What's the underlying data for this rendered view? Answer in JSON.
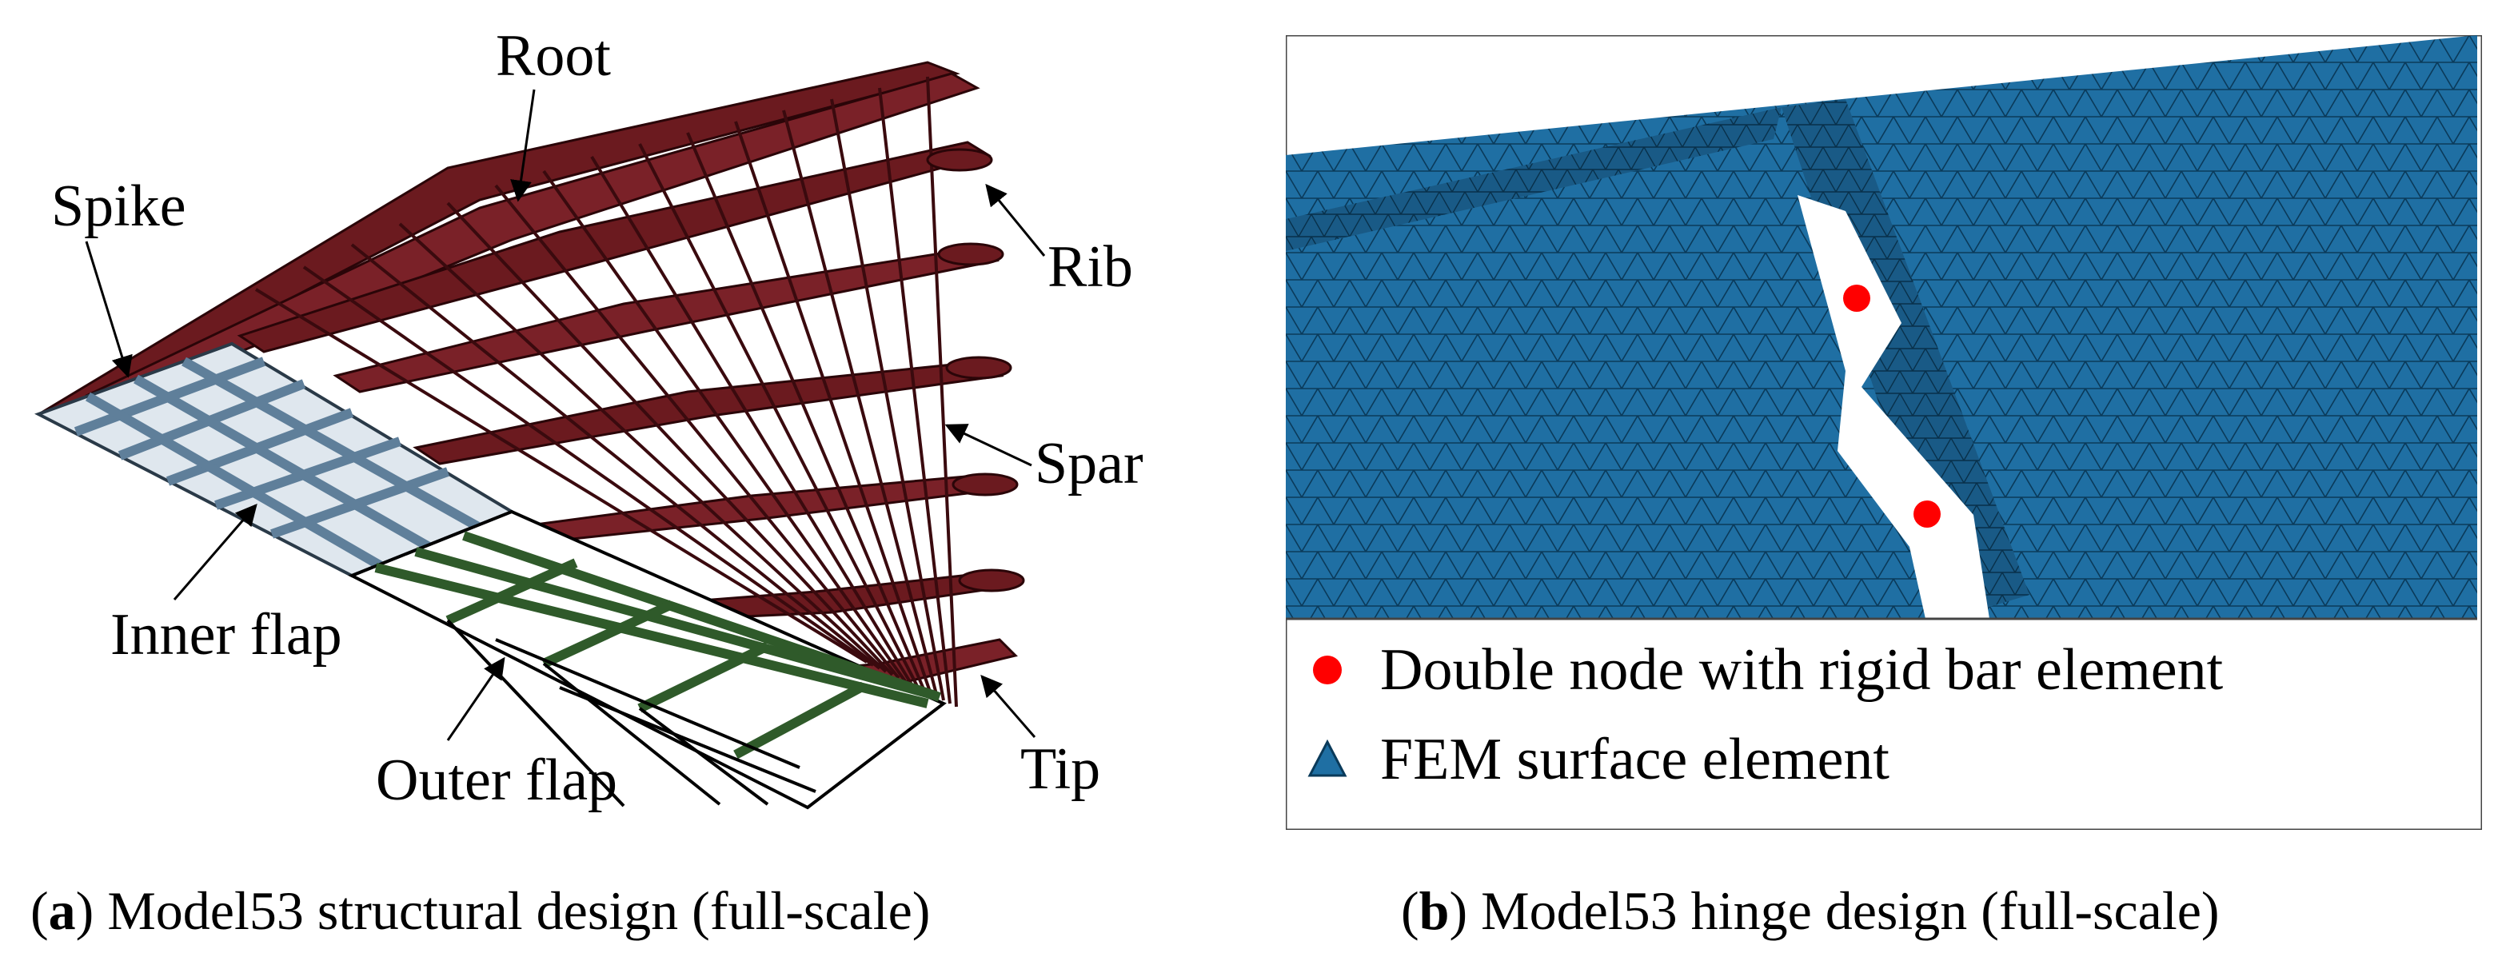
{
  "panel_a": {
    "labels": {
      "root": "Root",
      "spike": "Spike",
      "rib": "Rib",
      "spar": "Spar",
      "inner_flap": "Inner flap",
      "outer_flap": "Outer flap",
      "tip": "Tip"
    },
    "caption": {
      "letter": "a",
      "text": "Model53 structural design (full-scale)"
    },
    "colors": {
      "wing_structure": "#6b1a1f",
      "inner_flap": "#5f7f9a",
      "outer_flap": "#2f5a2a"
    }
  },
  "panel_b": {
    "legend": [
      {
        "marker": "red-circle",
        "text": "Double node with rigid bar element"
      },
      {
        "marker": "blue-triangle",
        "text": "FEM surface element"
      }
    ],
    "caption": {
      "letter": "b",
      "text": "Model53 hinge design (full-scale)"
    },
    "colors": {
      "mesh": "#1f6fa3",
      "node": "#ff0000"
    }
  }
}
